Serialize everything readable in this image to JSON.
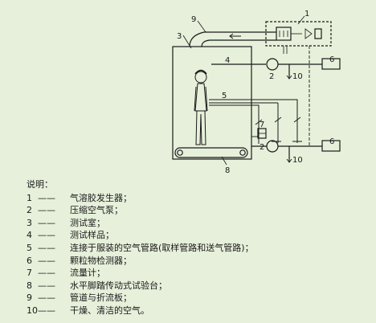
{
  "labels": {
    "l1": "1",
    "l2a": "2",
    "l2b": "2",
    "l3": "3",
    "l4": "4",
    "l5": "5",
    "l6a": "6",
    "l6b": "6",
    "l7": "7",
    "l8": "8",
    "l9": "9",
    "l10a": "10",
    "l10b": "10"
  },
  "legend": {
    "title": "说明：",
    "dash": "——",
    "items": [
      {
        "num": "1",
        "text": "气溶胶发生器；"
      },
      {
        "num": "2",
        "text": "压缩空气泵；"
      },
      {
        "num": "3",
        "text": "测试室；"
      },
      {
        "num": "4",
        "text": "测试样品；"
      },
      {
        "num": "5",
        "text": "连接于服装的空气管路(取样管路和送气管路)；"
      },
      {
        "num": "6",
        "text": "颗粒物检测器；"
      },
      {
        "num": "7",
        "text": "流量计；"
      },
      {
        "num": "8",
        "text": "水平脚踏传动式试验台；"
      },
      {
        "num": "9",
        "text": "管道与折流板；"
      },
      {
        "num": "10",
        "text": "干燥、清洁的空气。"
      }
    ]
  }
}
